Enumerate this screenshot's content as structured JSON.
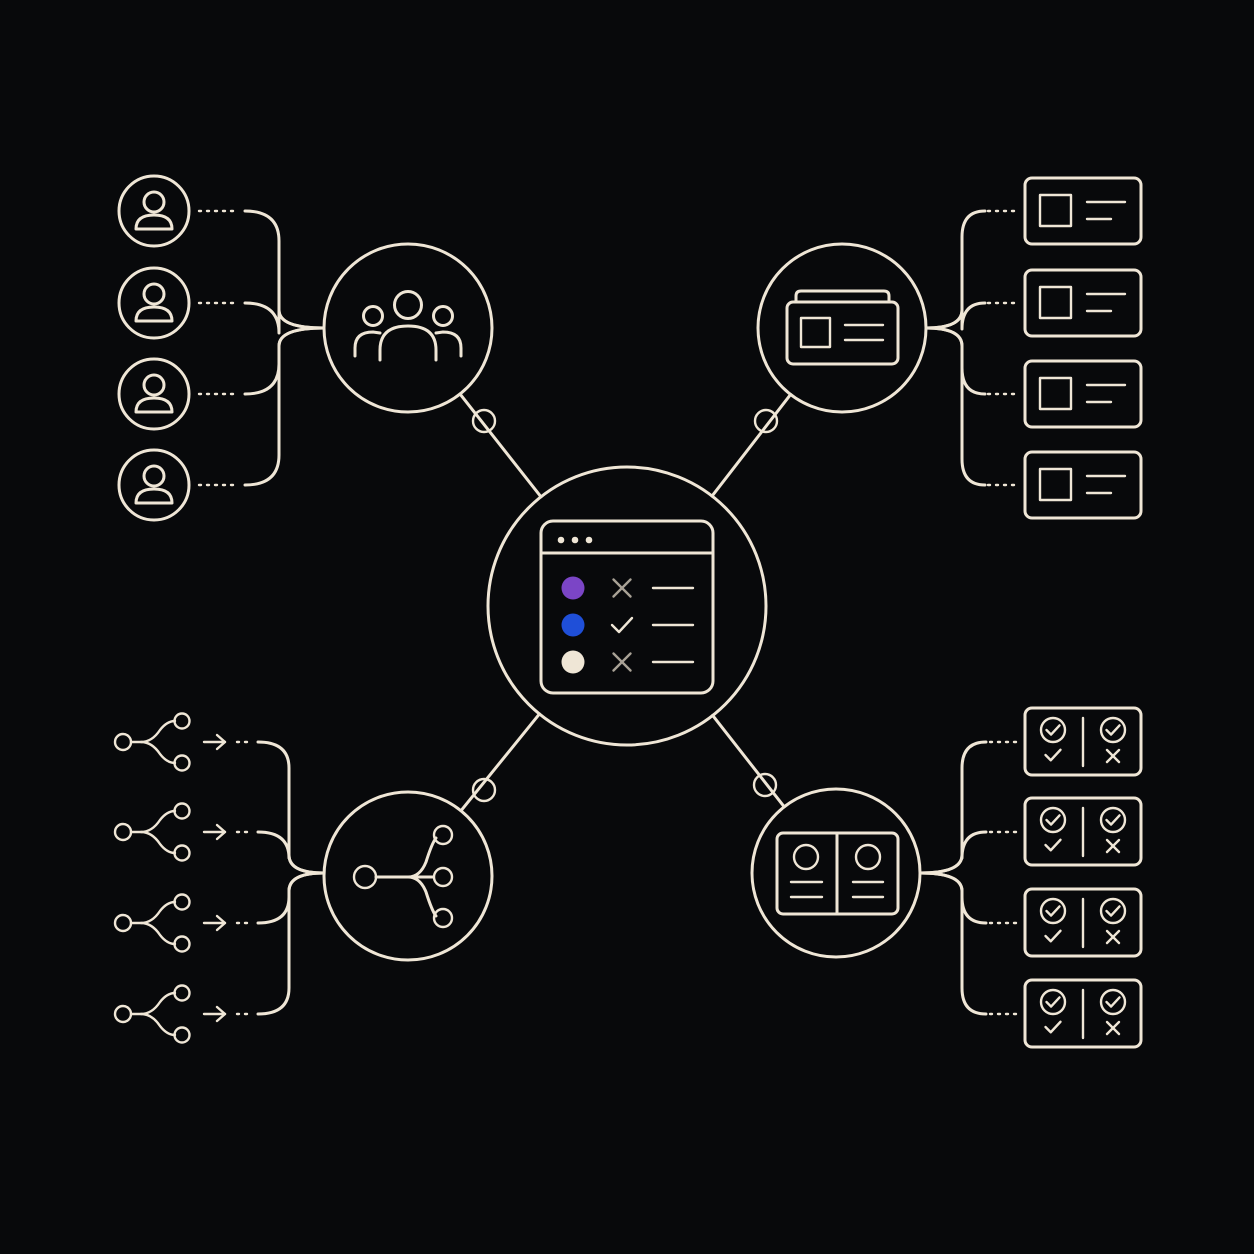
{
  "colors": {
    "background": "#08090b",
    "stroke": "#efe6d6",
    "muted": "#a9a296",
    "purple": "#7b45c6",
    "blue": "#1f4fd8",
    "cream": "#efe6d6"
  },
  "hub": {
    "icon": "checklist-window-icon",
    "rows": [
      {
        "dot_color": "purple",
        "mark": "cross"
      },
      {
        "dot_color": "blue",
        "mark": "check"
      },
      {
        "dot_color": "cream",
        "mark": "cross"
      }
    ]
  },
  "branches": [
    {
      "id": "users",
      "icon": "user-group-icon",
      "connector_color": "purple"
    },
    {
      "id": "cards",
      "icon": "card-stack-icon",
      "connector_color": "purple"
    },
    {
      "id": "flows",
      "icon": "branching-flow-icon",
      "connector_color": "blue"
    },
    {
      "id": "compare",
      "icon": "split-profile-icon",
      "connector_color": "blue"
    }
  ],
  "users": [
    {
      "icon": "user-icon",
      "color": "purple"
    },
    {
      "icon": "user-icon",
      "color": "none"
    },
    {
      "icon": "user-icon",
      "color": "none"
    },
    {
      "icon": "user-icon",
      "color": "blue"
    }
  ],
  "cards": [
    {
      "icon": "card-icon",
      "color": "purple"
    },
    {
      "icon": "card-icon",
      "color": "blue"
    },
    {
      "icon": "card-icon",
      "color": "none"
    },
    {
      "icon": "card-icon",
      "color": "purple"
    }
  ],
  "flows": [
    {
      "icon": "branch-icon",
      "root": "none",
      "top": "purple",
      "bottom": "purple"
    },
    {
      "icon": "branch-icon",
      "root": "blue",
      "top": "blue",
      "bottom": "blue"
    },
    {
      "icon": "branch-icon",
      "root": "none",
      "top": "purple",
      "bottom": "none"
    },
    {
      "icon": "branch-icon",
      "root": "none",
      "top": "purple",
      "bottom": "none"
    }
  ],
  "compare": [
    {
      "icon": "check-compare-icon",
      "left": "purple",
      "right": "blue"
    },
    {
      "icon": "check-compare-icon",
      "left": "purple",
      "right": "blue"
    },
    {
      "icon": "check-compare-icon",
      "left": "purple",
      "right": "blue"
    },
    {
      "icon": "check-compare-icon",
      "left": "purple",
      "right": "blue"
    }
  ]
}
